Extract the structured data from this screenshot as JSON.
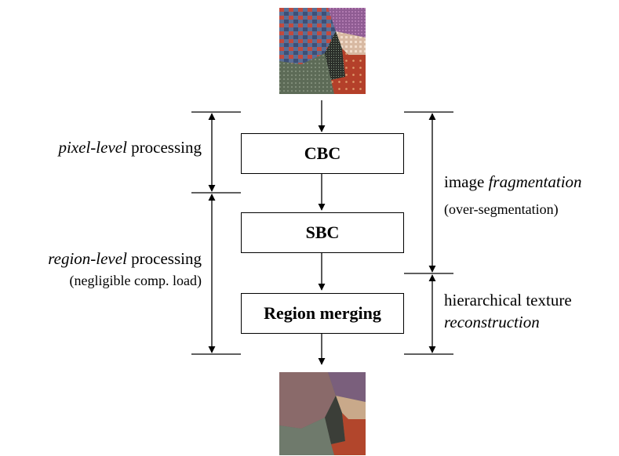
{
  "diagram": {
    "blocks": {
      "cbc": "CBC",
      "sbc": "SBC",
      "region_merging": "Region merging"
    },
    "left_labels": {
      "pixel_italic": "pixel-level",
      "pixel_rest": " processing",
      "region_italic": "region-level",
      "region_rest": " processing",
      "region_note": "(negligible comp. load)"
    },
    "right_labels": {
      "frag_plain": "image ",
      "frag_italic": "fragmentation",
      "frag_note": "(over-segmentation)",
      "recon_plain": "hierarchical texture",
      "recon_italic": "reconstruction"
    },
    "images": {
      "input": "textured-mosaic-input-image",
      "output": "segmented-output-image"
    },
    "colors": {
      "stroke": "#000000",
      "seg_purple": "#7a5f7c",
      "seg_mauve": "#8a6a6a",
      "seg_tan": "#c9a98a",
      "seg_dark": "#3b3e38",
      "seg_gray": "#6f7a6c",
      "seg_green": "#5b6b58",
      "seg_red": "#b2462c"
    }
  }
}
